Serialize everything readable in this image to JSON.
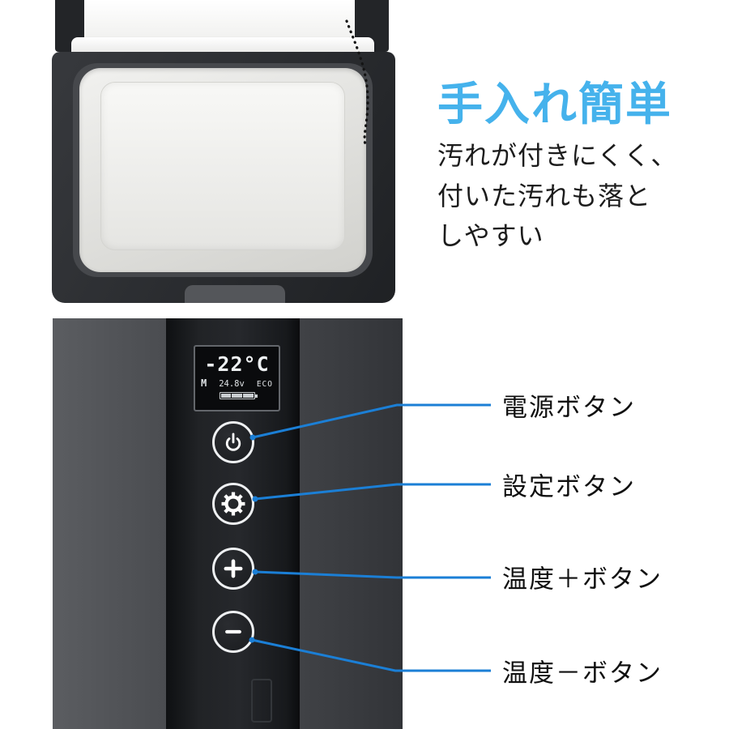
{
  "colors": {
    "heading_blue": "#45b2ec",
    "callout_blue": "#1b7fd6"
  },
  "feature": {
    "heading": "手入れ簡単",
    "body_lines": [
      "汚れが付きにくく、",
      "付いた汚れも落と",
      "しやすい"
    ]
  },
  "display": {
    "temperature": "-22°C",
    "mode": "M",
    "voltage": "24.8v",
    "eco": "ECO"
  },
  "panel_buttons": [
    {
      "id": "power",
      "icon": "power-icon"
    },
    {
      "id": "settings",
      "icon": "gear-icon"
    },
    {
      "id": "temp-plus",
      "icon": "plus-icon"
    },
    {
      "id": "temp-minus",
      "icon": "minus-icon"
    }
  ],
  "callouts": [
    {
      "target": "power",
      "label": "電源ボタン"
    },
    {
      "target": "settings",
      "label": "設定ボタン"
    },
    {
      "target": "temp-plus",
      "label": "温度＋ボタン"
    },
    {
      "target": "temp-minus",
      "label": "温度－ボタン"
    }
  ]
}
